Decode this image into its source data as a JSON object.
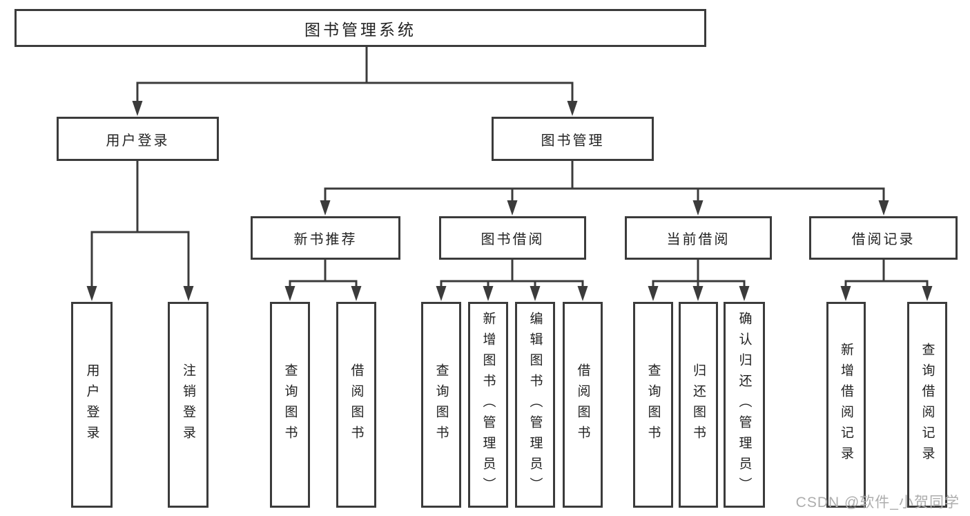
{
  "diagram": {
    "tree": {
      "root": {
        "label": "图书管理系统"
      },
      "children": [
        {
          "label": "用户登录",
          "children": [
            {
              "label": "用户登录"
            },
            {
              "label": "注销登录"
            }
          ]
        },
        {
          "label": "图书管理",
          "children": [
            {
              "label": "新书推荐",
              "children": [
                {
                  "label": "查询图书"
                },
                {
                  "label": "借阅图书"
                }
              ]
            },
            {
              "label": "图书借阅",
              "children": [
                {
                  "label": "查询图书"
                },
                {
                  "label": "新增图书（管理员）"
                },
                {
                  "label": "编辑图书（管理员）"
                },
                {
                  "label": "借阅图书"
                }
              ]
            },
            {
              "label": "当前借阅",
              "children": [
                {
                  "label": "查询图书"
                },
                {
                  "label": "归还图书"
                },
                {
                  "label": "确认归还（管理员）"
                }
              ]
            },
            {
              "label": "借阅记录",
              "children": [
                {
                  "label": "新增借阅记录"
                },
                {
                  "label": "查询借阅记录"
                }
              ]
            }
          ]
        }
      ]
    },
    "colors": {
      "line": "#3b3b3b",
      "text": "#222222",
      "background": "#ffffff",
      "watermark": "#adadad"
    }
  },
  "watermark": {
    "text": "CSDN @软件_小贺同学"
  }
}
